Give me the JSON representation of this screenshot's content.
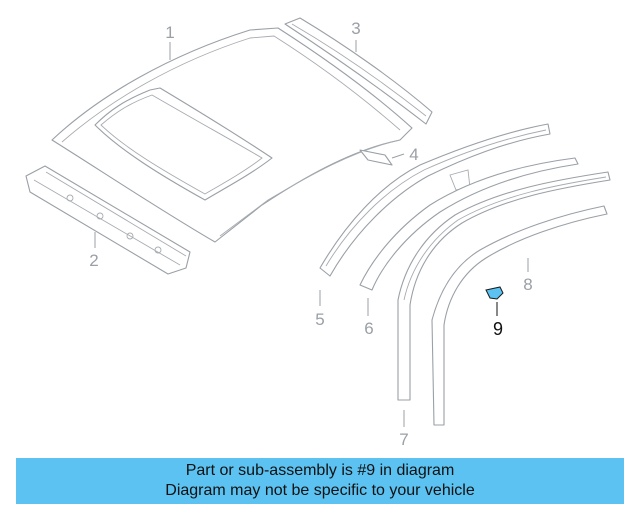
{
  "diagram": {
    "callouts": [
      {
        "id": 1,
        "label": "1"
      },
      {
        "id": 2,
        "label": "2"
      },
      {
        "id": 3,
        "label": "3"
      },
      {
        "id": 4,
        "label": "4"
      },
      {
        "id": 5,
        "label": "5"
      },
      {
        "id": 6,
        "label": "6"
      },
      {
        "id": 7,
        "label": "7"
      },
      {
        "id": 8,
        "label": "8"
      },
      {
        "id": 9,
        "label": "9"
      }
    ],
    "highlighted_part": "9",
    "part_color": "#5bc2f1"
  },
  "banner": {
    "line1": "Part or sub-assembly is #9 in diagram",
    "line2": "Diagram may not be specific to your vehicle",
    "background": "#5bc2f1"
  }
}
